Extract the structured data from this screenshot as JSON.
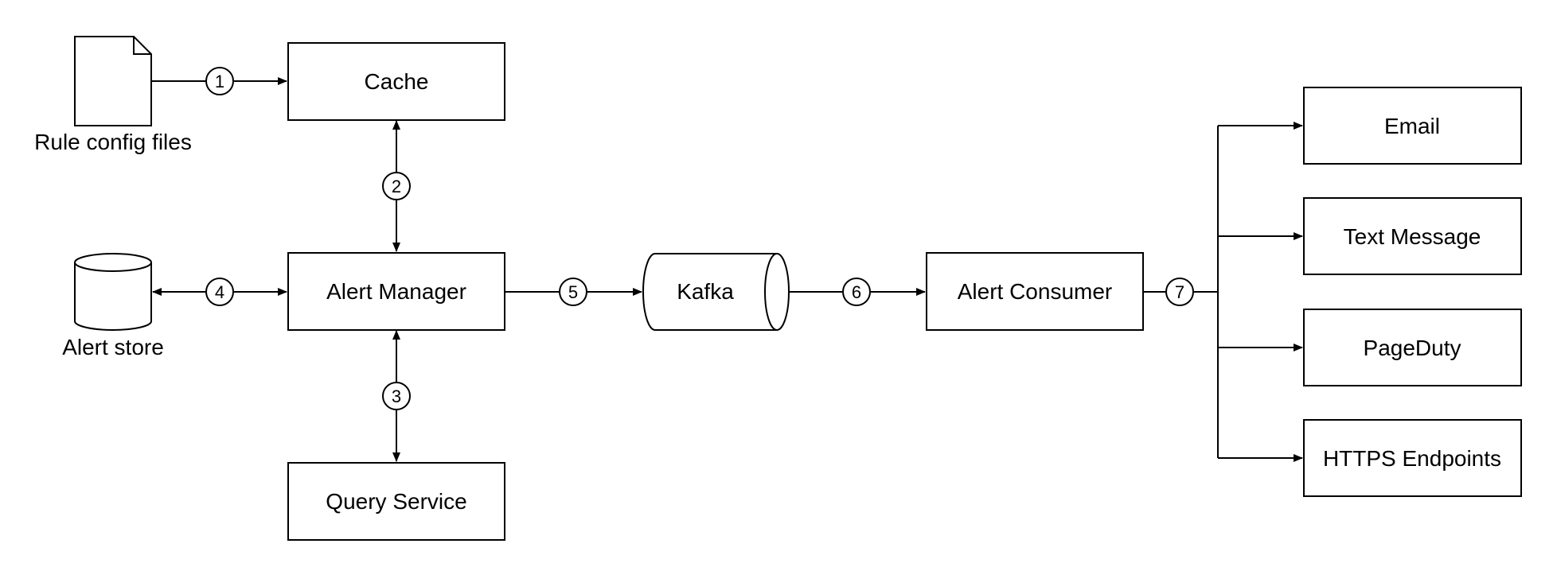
{
  "nodes": {
    "rule_config": "Rule config files",
    "cache": "Cache",
    "alert_store": "Alert store",
    "alert_manager": "Alert Manager",
    "query_service": "Query Service",
    "kafka": "Kafka",
    "alert_consumer": "Alert Consumer",
    "email": "Email",
    "text_message": "Text Message",
    "pageduty": "PageDuty",
    "https_endpoints": "HTTPS Endpoints"
  },
  "steps": [
    "1",
    "2",
    "3",
    "4",
    "5",
    "6",
    "7"
  ]
}
